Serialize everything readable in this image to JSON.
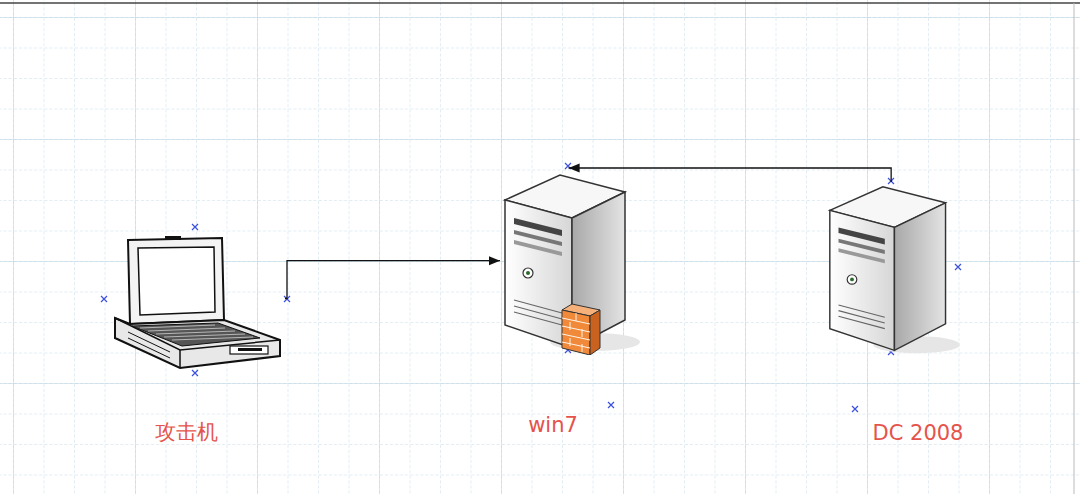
{
  "diagram": {
    "nodes": [
      {
        "text": [
          "攻击机"
        ]
      },
      {
        "text": [
          "win7"
        ]
      },
      {
        "text": [
          "DC 2008"
        ]
      }
    ],
    "edges": [
      {
        "from": 0,
        "to": 1,
        "arrow": "to"
      },
      {
        "from": 2,
        "to": 1,
        "arrow": "to"
      }
    ]
  }
}
